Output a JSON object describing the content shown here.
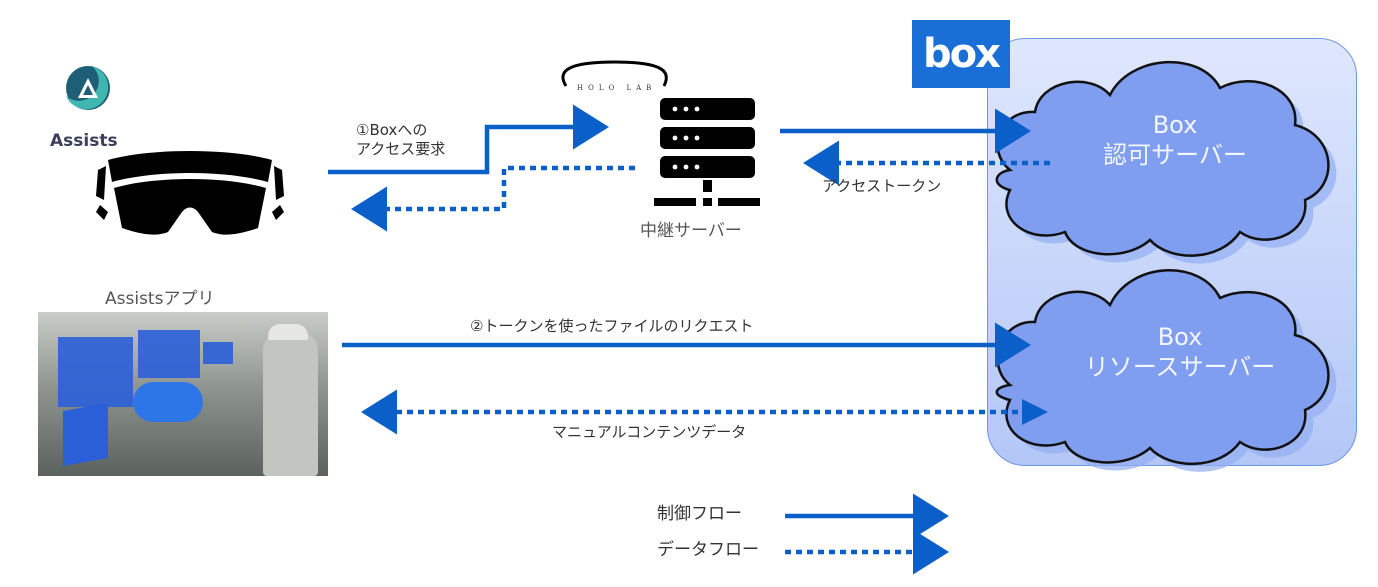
{
  "nodes": {
    "assists_logo": {
      "label": "Assists"
    },
    "headset": {
      "label": ""
    },
    "hololab_logo": {
      "label": "HOLO LAB"
    },
    "relay_server": {
      "label": "中継サーバー"
    },
    "box_logo": {
      "label": "box"
    },
    "box_auth_server": {
      "line1": "Box",
      "line2": "認可サーバー"
    },
    "box_resource_server": {
      "line1": "Box",
      "line2": "リソースサーバー"
    },
    "assists_app": {
      "label": "Assistsアプリ"
    }
  },
  "flows": {
    "access_request": {
      "line1": "①Boxへの",
      "line2": "アクセス要求"
    },
    "access_token": {
      "label": "アクセストークン"
    },
    "file_request": {
      "label": "②トークンを使ったファイルのリクエスト"
    },
    "manual_content": {
      "label": "マニュアルコンテンツデータ"
    }
  },
  "legend": {
    "control_flow": "制御フロー",
    "data_flow": "データフロー"
  },
  "colors": {
    "arrow": "#0a5fc8",
    "box_brand": "#1a6fd6",
    "region_fill": "#c4d3fb",
    "cloud_fill": "#7f9ef0"
  }
}
